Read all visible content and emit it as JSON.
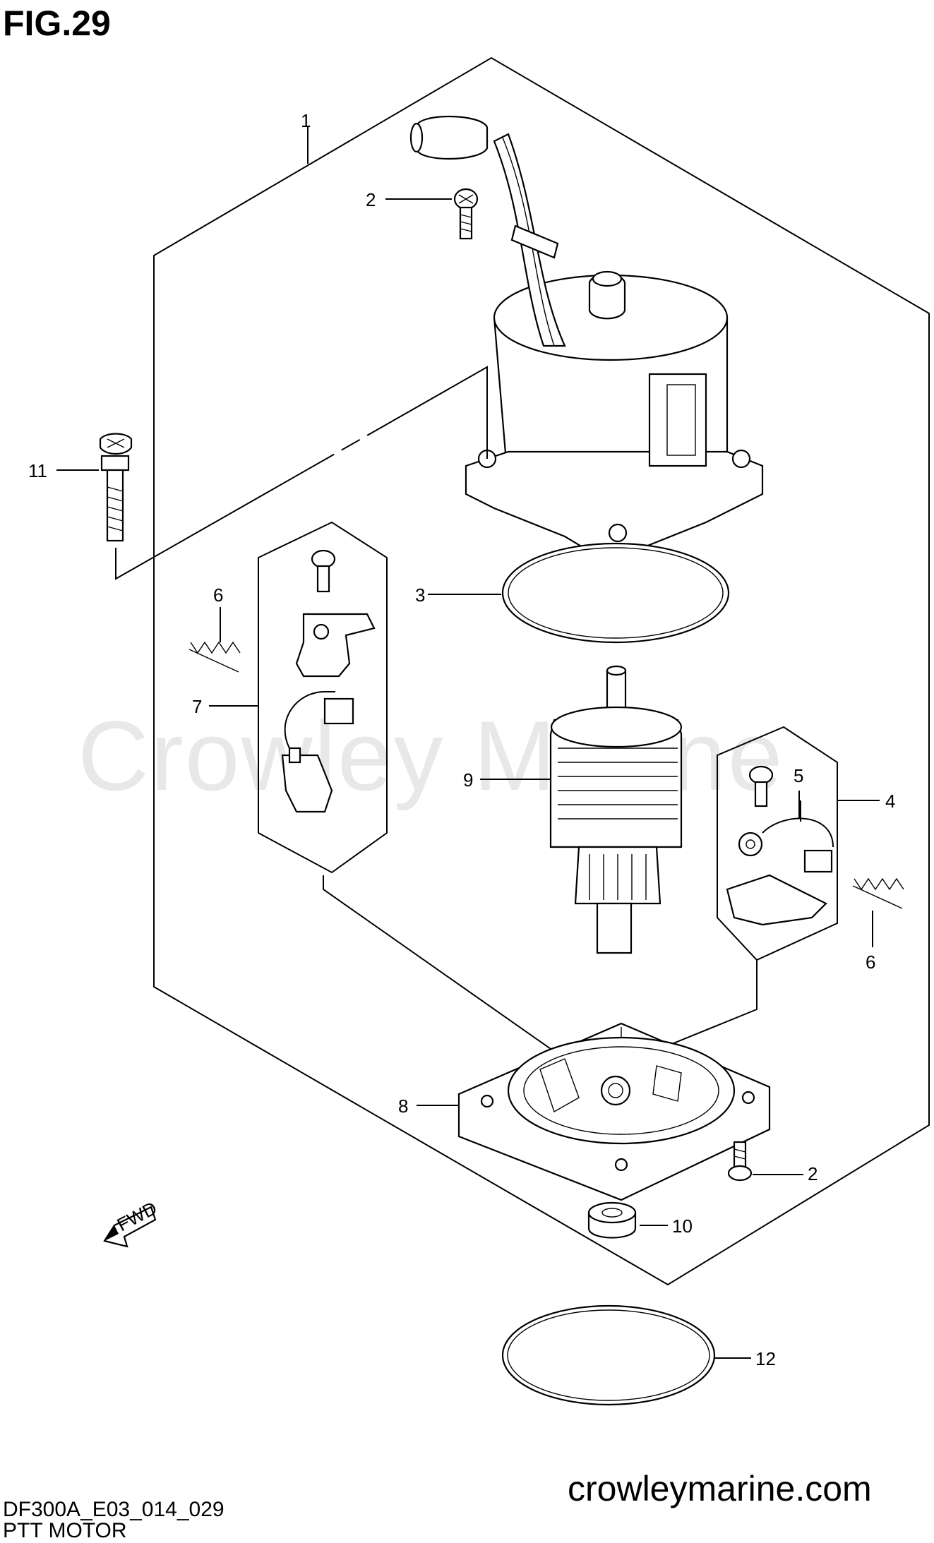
{
  "figure": {
    "title": "FIG.29",
    "code": "DF300A_E03_014_029",
    "name": "PTT MOTOR",
    "website": "crowleymarine.com",
    "watermark": "Crowley Marine"
  },
  "callouts": [
    {
      "id": "c1",
      "label": "1"
    },
    {
      "id": "c2a",
      "label": "2"
    },
    {
      "id": "c2b",
      "label": "2"
    },
    {
      "id": "c3",
      "label": "3"
    },
    {
      "id": "c4",
      "label": "4"
    },
    {
      "id": "c5",
      "label": "5"
    },
    {
      "id": "c6a",
      "label": "6"
    },
    {
      "id": "c6b",
      "label": "6"
    },
    {
      "id": "c7",
      "label": "7"
    },
    {
      "id": "c8",
      "label": "8"
    },
    {
      "id": "c9",
      "label": "9"
    },
    {
      "id": "c10",
      "label": "10"
    },
    {
      "id": "c11",
      "label": "11"
    },
    {
      "id": "c12",
      "label": "12"
    }
  ],
  "fwd_arrow": {
    "label": "FWD"
  }
}
